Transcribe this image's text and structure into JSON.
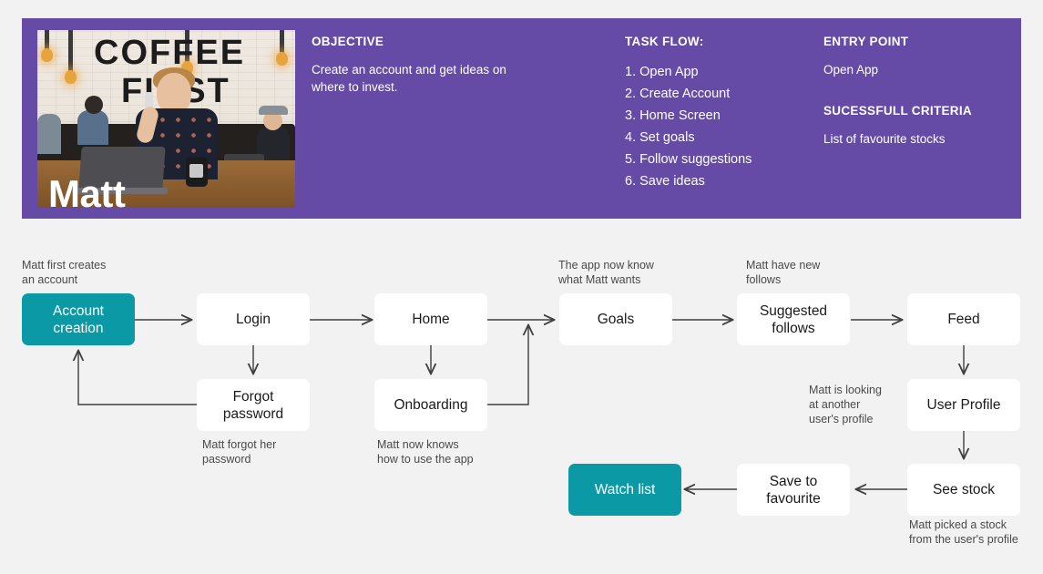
{
  "persona": {
    "name": "Matt",
    "photo_wall_text_line1": "COFFEE",
    "photo_wall_text_line2": "FIRST",
    "objective_title": "OBJECTIVE",
    "objective_body": "Create an account and get ideas on where to invest.",
    "task_flow_title": "TASK FLOW:",
    "task_flow_items": [
      "1. Open App",
      "2. Create Account",
      "3. Home Screen",
      "4. Set goals",
      "5. Follow suggestions",
      "6. Save ideas"
    ],
    "entry_point_title": "ENTRY POINT",
    "entry_point_body": "Open App",
    "criteria_title": "SUCESSFULL CRITERIA",
    "criteria_body": "List of favourite stocks"
  },
  "colors": {
    "header_purple": "#654ba6",
    "accent_teal": "#0b99a5",
    "page_background": "#f2f2f2",
    "node_white": "#ffffff",
    "connector": "#3f3f3f"
  },
  "flow": {
    "nodes": [
      {
        "id": "account-creation",
        "label": "Account\ncreation",
        "highlight": true
      },
      {
        "id": "login",
        "label": "Login",
        "highlight": false
      },
      {
        "id": "forgot-password",
        "label": "Forgot\npassword",
        "highlight": false
      },
      {
        "id": "home",
        "label": "Home",
        "highlight": false
      },
      {
        "id": "onboarding",
        "label": "Onboarding",
        "highlight": false
      },
      {
        "id": "goals",
        "label": "Goals",
        "highlight": false
      },
      {
        "id": "suggested-follows",
        "label": "Suggested\nfollows",
        "highlight": false
      },
      {
        "id": "feed",
        "label": "Feed",
        "highlight": false
      },
      {
        "id": "user-profile",
        "label": "User Profile",
        "highlight": false
      },
      {
        "id": "see-stock",
        "label": "See stock",
        "highlight": false
      },
      {
        "id": "save-to-favourite",
        "label": "Save to\nfavourite",
        "highlight": false
      },
      {
        "id": "watch-list",
        "label": "Watch list",
        "highlight": true
      }
    ],
    "notes": [
      {
        "id": "note-account-creation",
        "text": "Matt first creates\nan account"
      },
      {
        "id": "note-forgot-password",
        "text": "Matt forgot her\npassword"
      },
      {
        "id": "note-onboarding",
        "text": "Matt now knows\nhow to use the app"
      },
      {
        "id": "note-goals",
        "text": "The app now know\nwhat Matt wants"
      },
      {
        "id": "note-suggested",
        "text": "Matt have new\nfollows"
      },
      {
        "id": "note-user-profile",
        "text": "Matt is looking\nat another\nuser's profile"
      },
      {
        "id": "note-see-stock",
        "text": "Matt picked a stock\nfrom the user's profile"
      }
    ]
  }
}
